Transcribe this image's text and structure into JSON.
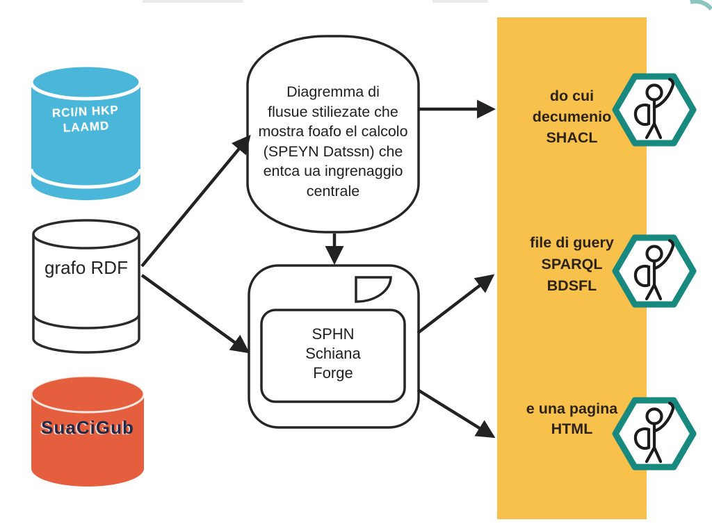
{
  "colors": {
    "cylinder_blue": "#4ab7da",
    "cylinder_red": "#e55f3e",
    "panel_yellow": "#f7c14b",
    "hexagon_teal": "#17897f",
    "outline_ink": "#262626"
  },
  "left_column": {
    "blue_cylinder": {
      "lines": [
        "RCI/N HKP",
        "LAAMD"
      ]
    },
    "rdf_cylinder": {
      "label": "grafo RDF"
    },
    "red_cylinder": {
      "label": "SuaCiGub"
    }
  },
  "flow_note": {
    "lines": [
      "Diagremma di",
      "flusue stiliezate che",
      "mostra foafo el calcolo",
      "(SPEYN Datssn) che",
      "entca ua ingrenaggio",
      "centrale"
    ]
  },
  "schema_forge_box": {
    "lines": [
      "SPHN",
      "Schiana",
      "Forge"
    ]
  },
  "outputs_panel": {
    "items": [
      {
        "lines": [
          "do cui",
          "decumenio",
          "SHACL"
        ],
        "icon": "person-hexagon-icon"
      },
      {
        "lines": [
          "file di guery",
          "SPARQL",
          "BDSFL"
        ],
        "icon": "person-hexagon-icon"
      },
      {
        "lines": [
          "e una pagina",
          "HTML"
        ],
        "icon": "person-hexagon-icon"
      }
    ]
  }
}
